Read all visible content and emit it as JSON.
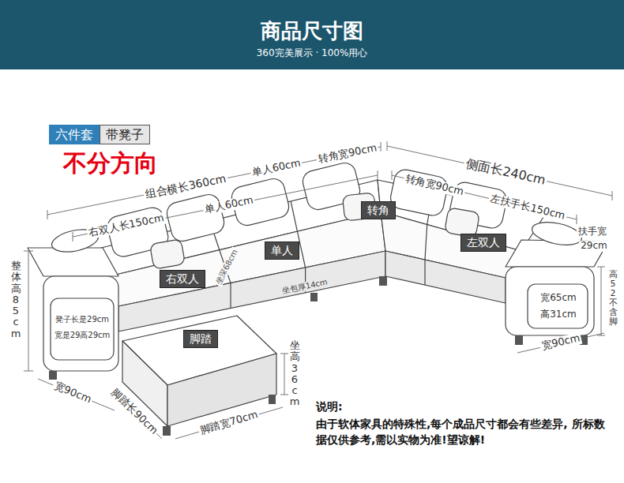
{
  "diagram": {
    "title": "商品尺寸图",
    "nodes": [
      {
        "text": [
          "六件套"
        ]
      },
      {
        "text": [
          "带凳子"
        ]
      },
      {
        "text": [
          "右双人"
        ]
      },
      {
        "text": [
          "单人"
        ]
      },
      {
        "text": [
          "转角"
        ]
      },
      {
        "text": [
          "左双人"
        ]
      },
      {
        "text": [
          "脚踏"
        ]
      }
    ],
    "labels": [
      "360完美展示 · 100%用心",
      "不分方向",
      "组合横长360cm",
      "单人60cm",
      "转角宽90cm",
      "侧面长240cm",
      "右双人长150cm",
      "单人60cm",
      "转角宽90cm",
      "左扶手长150cm",
      "扶手宽",
      "29cm",
      "高52不含脚",
      "宽65cm",
      "高31cm",
      "宽90cm",
      "整体高85cm",
      "凳子长是29cm",
      "宽是29高29cm",
      "宽90cm",
      "脚踏长90cm",
      "脚踏宽70cm",
      "坐高36cm",
      "坐深68cm",
      "坐包厚14cm",
      "说明:",
      "由于软体家具的特殊性,每个成品尺寸都会有些差异, 所标数据仅供参考,需以实物为准!望谅解!"
    ]
  }
}
